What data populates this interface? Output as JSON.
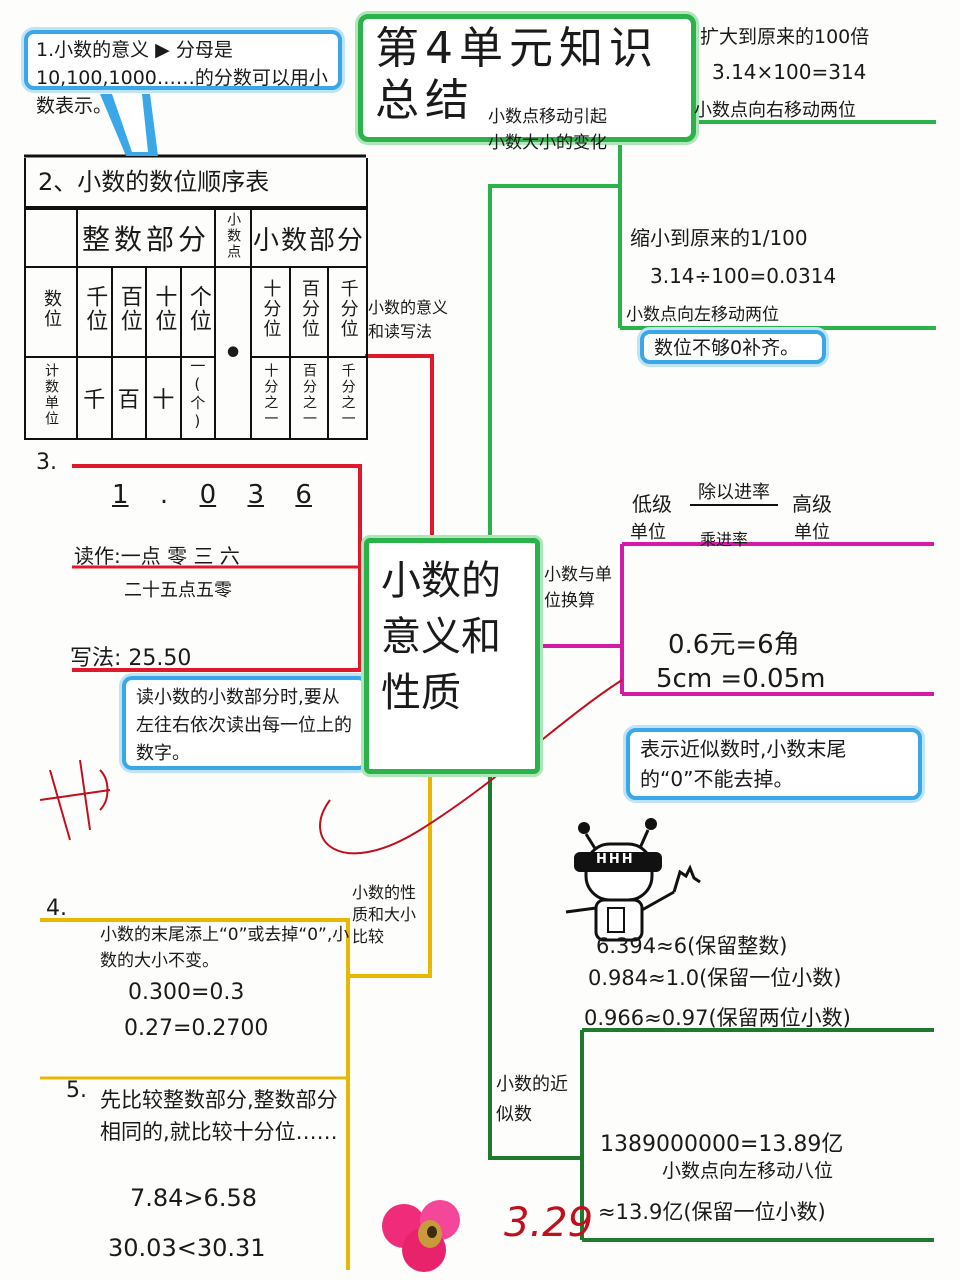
{
  "title": "第4单元知识总结",
  "center_title": "小数的意义和性质",
  "meaning_note": "1.小数的意义 ▶ 分母是10,100,1000……的分数可以用小数表示。",
  "table": {
    "heading": "2、小数的数位顺序表",
    "int_part": "整数部分",
    "point_label": "小数点",
    "dec_part": "小数部分",
    "row1_label": "数位",
    "row2_label": "计数单位",
    "int_pos": [
      "千位",
      "百位",
      "十位",
      "个位"
    ],
    "dec_pos": [
      "十分位",
      "百分位",
      "千分位"
    ],
    "int_units": [
      "千",
      "百",
      "十",
      "一(个)"
    ],
    "dec_units": [
      "十分之一",
      "百分之一",
      "千分之一"
    ],
    "dot": "•"
  },
  "branch_meaning": "小数的意义和读写法",
  "sec3": {
    "num": "3.",
    "digits": [
      "1",
      ".",
      "0",
      "3",
      "6"
    ],
    "read": "读作:一点 零 三 六",
    "read2": "二十五点五零",
    "write": "写法: 25.50",
    "note": "读小数的小数部分时,要从左往右依次读出每一位上的数字。"
  },
  "move_branch": "小数点移动引起小数大小的变化",
  "move": {
    "expand": "扩大到原来的100倍",
    "expand_eq": "3.14×100=314",
    "expand_note": "小数点向右移动两位",
    "shrink": "缩小到原来的1/100",
    "shrink_eq": "3.14÷100=0.0314",
    "shrink_note": "小数点向左移动两位",
    "fill": "数位不够0补齐。"
  },
  "unit_branch": "小数与单位换算",
  "unit": {
    "low": "低级",
    "high": "高级",
    "divide": "除以进率",
    "unit_l": "单位",
    "unit_r": "单位",
    "multiply": "乘进率",
    "eq1": "0.6元=6角",
    "eq2": "5cm =0.05m"
  },
  "approx_note": "表示近似数时,小数末尾的“0”不能去掉。",
  "robot_visor": "HHH",
  "approx": {
    "l1": "6.394≈6(保留整数)",
    "l2": "0.984≈1.0(保留一位小数)",
    "l3": "0.966≈0.97(保留两位小数)",
    "branch": "小数的近似数",
    "big": "1389000000=13.89亿",
    "big_note": "小数点向左移动八位",
    "round": "≈13.9亿(保留一位小数)"
  },
  "prop_branch": "小数的性质和大小比较",
  "sec4": {
    "num": "4.",
    "text": "小数的末尾添上“0”或去掉“0”,小数的大小不变。",
    "eq1": "0.300=0.3",
    "eq2": "0.27=0.2700"
  },
  "sec5": {
    "num": "5.",
    "text": "先比较整数部分,整数部分相同的,就比较十分位……",
    "eq1": "7.84>6.58",
    "eq2": "30.03<30.31"
  },
  "date": "3.29",
  "colors": {
    "red": "#e0182c",
    "green": "#2bb24a",
    "darkgreen": "#1f7a30",
    "magenta": "#d41aa6",
    "yellow": "#e8b800",
    "blue": "#3aa7e8"
  }
}
